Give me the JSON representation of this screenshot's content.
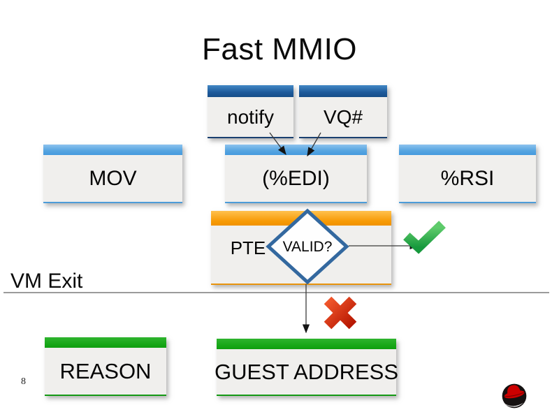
{
  "slide": {
    "title": "Fast MMIO",
    "page_number": "8"
  },
  "boxes": {
    "notify": {
      "label": "notify"
    },
    "vq": {
      "label": "VQ#"
    },
    "mov": {
      "label": "MOV"
    },
    "edi": {
      "label": "(%EDI)"
    },
    "rsi": {
      "label": "%RSI"
    },
    "pte": {
      "label": "PTE"
    },
    "reason": {
      "label": "REASON"
    },
    "guest_address": {
      "label": "GUEST ADDRESS"
    }
  },
  "decision": {
    "label": "VALID?"
  },
  "separator": {
    "label": "VM Exit"
  },
  "icons": {
    "check": "checkmark-icon",
    "cross": "cross-icon",
    "logo": "redhat-logo"
  },
  "colors": {
    "header_dark_blue": "#1d5a9b",
    "header_light_blue": "#55a4e0",
    "header_orange": "#f79a05",
    "header_green": "#16a616",
    "box_body": "#f0efed",
    "diamond_border": "#33689f",
    "check_green": "#2fad4f",
    "cross_red": "#d93a14",
    "separator_line": "#9b9b9b"
  }
}
